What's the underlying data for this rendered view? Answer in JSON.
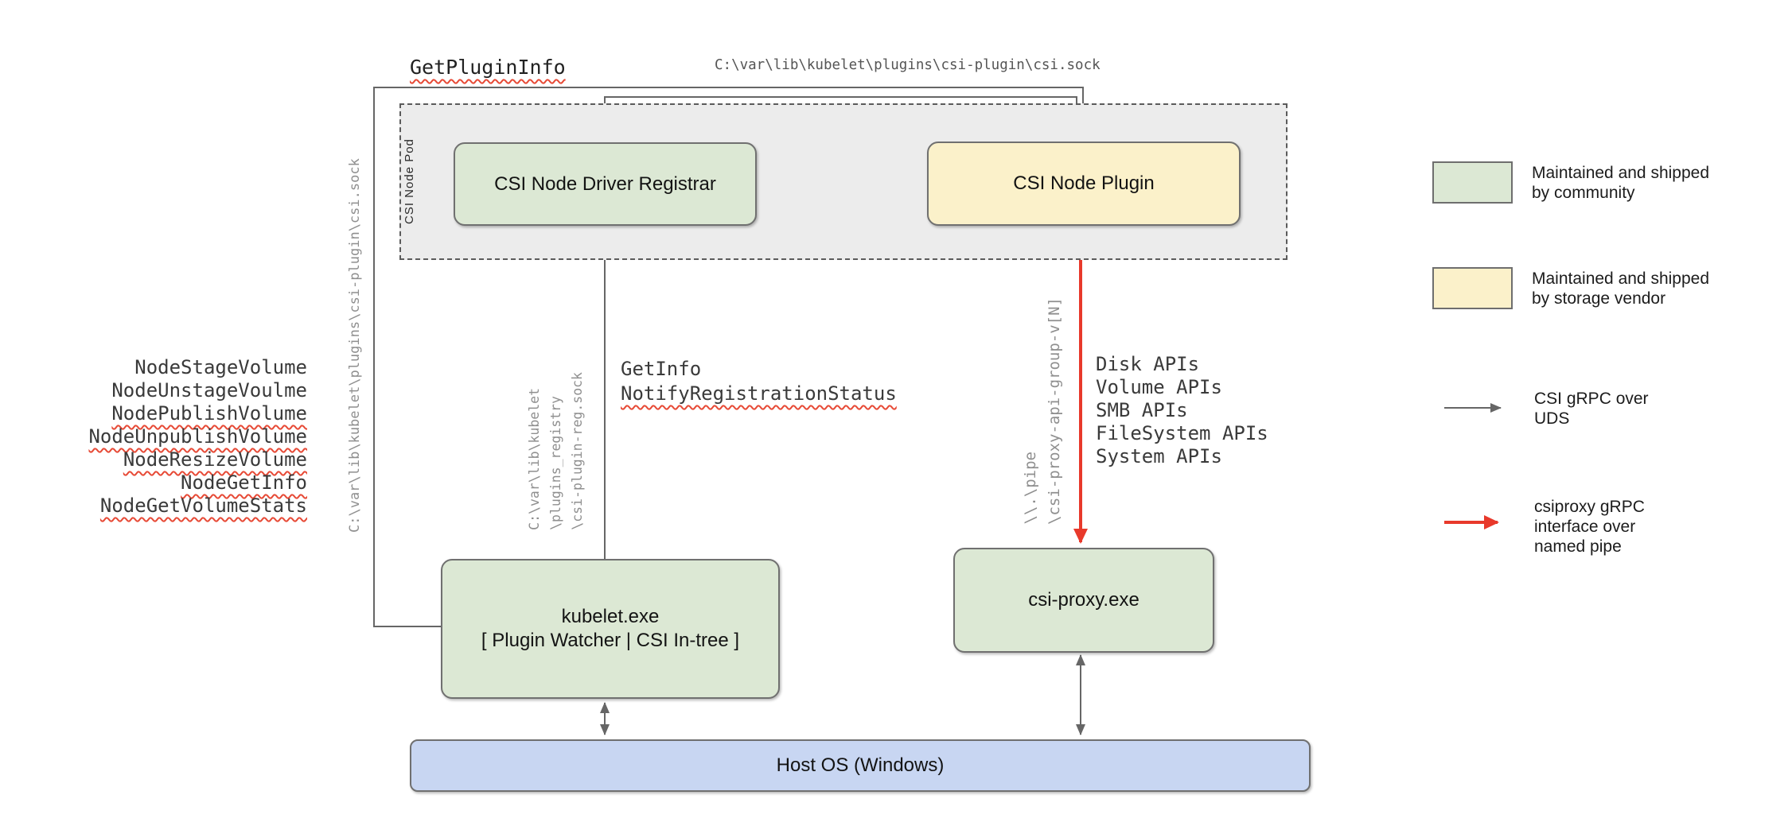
{
  "colors": {
    "community_green": "#dce8d4",
    "vendor_yellow": "#fbf1ca",
    "host_blue": "#c8d6f2",
    "pod_gray": "#ececec",
    "line_gray": "#666666",
    "pipe_red": "#e8392b",
    "squiggle_red": "#e74a36"
  },
  "pod": {
    "label": "CSI Node Pod"
  },
  "nodes": {
    "registrar": {
      "label": "CSI Node Driver Registrar"
    },
    "plugin": {
      "label": "CSI Node Plugin"
    },
    "kubelet": {
      "line1": "kubelet.exe",
      "line2": "[ Plugin Watcher | CSI In-tree ]"
    },
    "csi_proxy": {
      "label": "csi-proxy.exe"
    },
    "host_os": {
      "label": "Host OS (Windows)"
    }
  },
  "edge_labels": {
    "get_plugin_info": "GetPluginInfo",
    "csi_sock_path_top": "C:\\var\\lib\\kubelet\\plugins\\csi-plugin\\csi.sock",
    "csi_sock_path_left": "C:\\var\\lib\\kubelet\\plugins\\csi-plugin\\csi.sock",
    "get_info": "GetInfo",
    "notify_registration_status": "NotifyRegistrationStatus",
    "registry_path": [
      "C:\\var\\lib\\kubelet",
      "\\plugins_registry",
      "\\csi-plugin-reg.sock"
    ],
    "pipe_path": [
      "\\\\.\\pipe",
      "\\csi-proxy-api-group-v[N]"
    ]
  },
  "node_calls": [
    "NodeStageVolume",
    "NodeUnstageVoulme",
    "NodePublishVolume",
    "NodeUnpublishVolume",
    "NodeResizeVolume",
    "NodeGetInfo",
    "NodeGetVolumeStats"
  ],
  "proxy_apis": [
    "Disk APIs",
    "Volume APIs",
    "SMB APIs",
    "FileSystem APIs",
    "System APIs"
  ],
  "legend": {
    "community": "Maintained and shipped by community",
    "vendor": "Maintained and shipped by storage vendor",
    "uds_arrow": "CSI gRPC over UDS",
    "pipe_arrow": "csiproxy gRPC interface over named pipe"
  }
}
